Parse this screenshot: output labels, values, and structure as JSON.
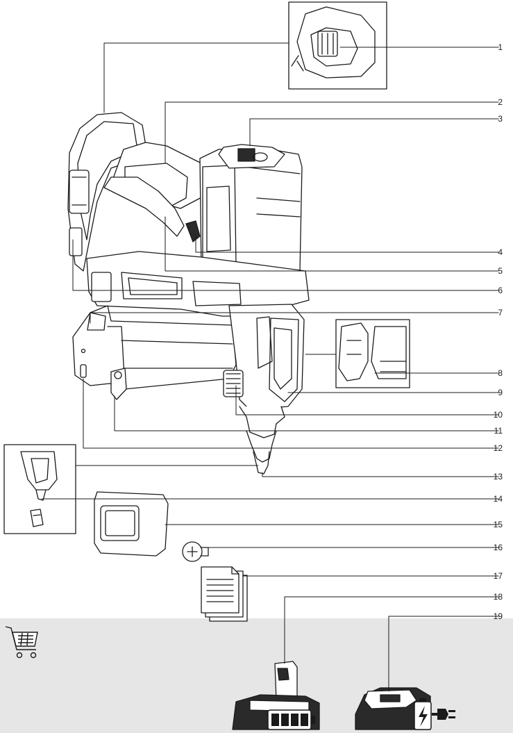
{
  "callouts": [
    {
      "number": "1",
      "part": "inset-belt-hook-slot"
    },
    {
      "number": "2",
      "part": "handle"
    },
    {
      "number": "3",
      "part": "top-cap"
    },
    {
      "number": "4",
      "part": "trigger"
    },
    {
      "number": "5",
      "part": "trigger-lock"
    },
    {
      "number": "6",
      "part": "side-switch"
    },
    {
      "number": "7",
      "part": "magazine-latch"
    },
    {
      "number": "8",
      "part": "inset-depth-adjust"
    },
    {
      "number": "9",
      "part": "nose-guard"
    },
    {
      "number": "10",
      "part": "depth-wheel"
    },
    {
      "number": "11",
      "part": "magazine-rail"
    },
    {
      "number": "12",
      "part": "magazine-end-cap"
    },
    {
      "number": "13",
      "part": "nose-tip"
    },
    {
      "number": "14",
      "part": "inset-nose-pad"
    },
    {
      "number": "15",
      "part": "spare-belt-hook"
    },
    {
      "number": "16",
      "part": "screw"
    },
    {
      "number": "17",
      "part": "manual"
    },
    {
      "number": "18",
      "part": "battery"
    },
    {
      "number": "19",
      "part": "charger"
    }
  ],
  "colors": {
    "line": "#1a1a1a",
    "part_fill": "#ffffff",
    "dark_fill": "#2a2a2a",
    "band": "#e6e6e6"
  },
  "icons": [
    "shopping-cart-icon",
    "battery-level-icon",
    "lightning-icon",
    "plug-icon"
  ]
}
